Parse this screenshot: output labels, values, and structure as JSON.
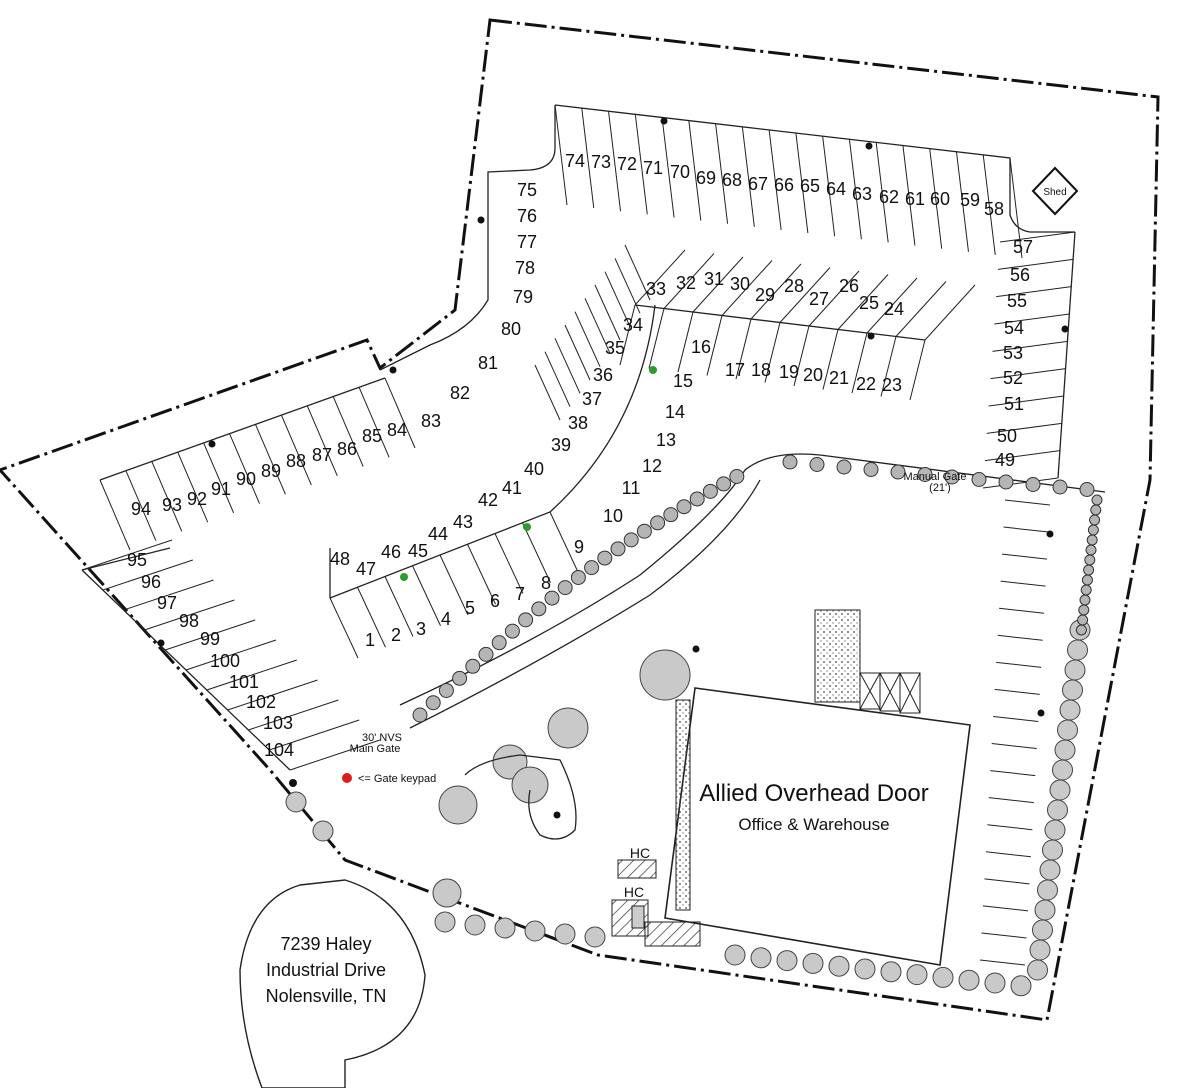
{
  "building": {
    "name": "Allied Overhead Door",
    "subtitle": "Office & Warehouse"
  },
  "address": {
    "line1": "7239 Haley",
    "line2": "Industrial Drive",
    "line3": "Nolensville, TN"
  },
  "labels": {
    "shed": "Shed",
    "manual_gate": "Manual Gate",
    "manual_gate_width": "(21')",
    "main_gate_line1": "30' NVS",
    "main_gate_line2": "Main Gate",
    "gate_keypad": "<= Gate keypad",
    "hc_upper": "HC",
    "hc_lower": "HC"
  },
  "colors": {
    "keypad": "#e01b1b",
    "marker_green": "#2e9b2e",
    "tree_fill": "#c9c9c9"
  },
  "parking_spaces": [
    {
      "n": "1"
    },
    {
      "n": "2"
    },
    {
      "n": "3"
    },
    {
      "n": "4"
    },
    {
      "n": "5"
    },
    {
      "n": "6"
    },
    {
      "n": "7"
    },
    {
      "n": "8"
    },
    {
      "n": "9"
    },
    {
      "n": "10"
    },
    {
      "n": "11"
    },
    {
      "n": "12"
    },
    {
      "n": "13"
    },
    {
      "n": "14"
    },
    {
      "n": "15"
    },
    {
      "n": "16"
    },
    {
      "n": "17"
    },
    {
      "n": "18"
    },
    {
      "n": "19"
    },
    {
      "n": "20"
    },
    {
      "n": "21"
    },
    {
      "n": "22"
    },
    {
      "n": "23"
    },
    {
      "n": "24"
    },
    {
      "n": "25"
    },
    {
      "n": "26"
    },
    {
      "n": "27"
    },
    {
      "n": "28"
    },
    {
      "n": "29"
    },
    {
      "n": "30"
    },
    {
      "n": "31"
    },
    {
      "n": "32"
    },
    {
      "n": "33"
    },
    {
      "n": "34"
    },
    {
      "n": "35"
    },
    {
      "n": "36"
    },
    {
      "n": "37"
    },
    {
      "n": "38"
    },
    {
      "n": "39"
    },
    {
      "n": "40"
    },
    {
      "n": "41"
    },
    {
      "n": "42"
    },
    {
      "n": "43"
    },
    {
      "n": "44"
    },
    {
      "n": "45"
    },
    {
      "n": "46"
    },
    {
      "n": "47"
    },
    {
      "n": "48"
    },
    {
      "n": "49"
    },
    {
      "n": "50"
    },
    {
      "n": "51"
    },
    {
      "n": "52"
    },
    {
      "n": "53"
    },
    {
      "n": "54"
    },
    {
      "n": "55"
    },
    {
      "n": "56"
    },
    {
      "n": "57"
    },
    {
      "n": "58"
    },
    {
      "n": "59"
    },
    {
      "n": "60"
    },
    {
      "n": "61"
    },
    {
      "n": "62"
    },
    {
      "n": "63"
    },
    {
      "n": "64"
    },
    {
      "n": "65"
    },
    {
      "n": "66"
    },
    {
      "n": "67"
    },
    {
      "n": "68"
    },
    {
      "n": "69"
    },
    {
      "n": "70"
    },
    {
      "n": "71"
    },
    {
      "n": "72"
    },
    {
      "n": "73"
    },
    {
      "n": "74"
    },
    {
      "n": "75"
    },
    {
      "n": "76"
    },
    {
      "n": "77"
    },
    {
      "n": "78"
    },
    {
      "n": "79"
    },
    {
      "n": "80"
    },
    {
      "n": "81"
    },
    {
      "n": "82"
    },
    {
      "n": "83"
    },
    {
      "n": "84"
    },
    {
      "n": "85"
    },
    {
      "n": "86"
    },
    {
      "n": "87"
    },
    {
      "n": "88"
    },
    {
      "n": "89"
    },
    {
      "n": "90"
    },
    {
      "n": "91"
    },
    {
      "n": "92"
    },
    {
      "n": "93"
    },
    {
      "n": "94"
    },
    {
      "n": "95"
    },
    {
      "n": "96"
    },
    {
      "n": "97"
    },
    {
      "n": "98"
    },
    {
      "n": "99"
    },
    {
      "n": "100"
    },
    {
      "n": "101"
    },
    {
      "n": "102"
    },
    {
      "n": "103"
    },
    {
      "n": "104"
    }
  ]
}
